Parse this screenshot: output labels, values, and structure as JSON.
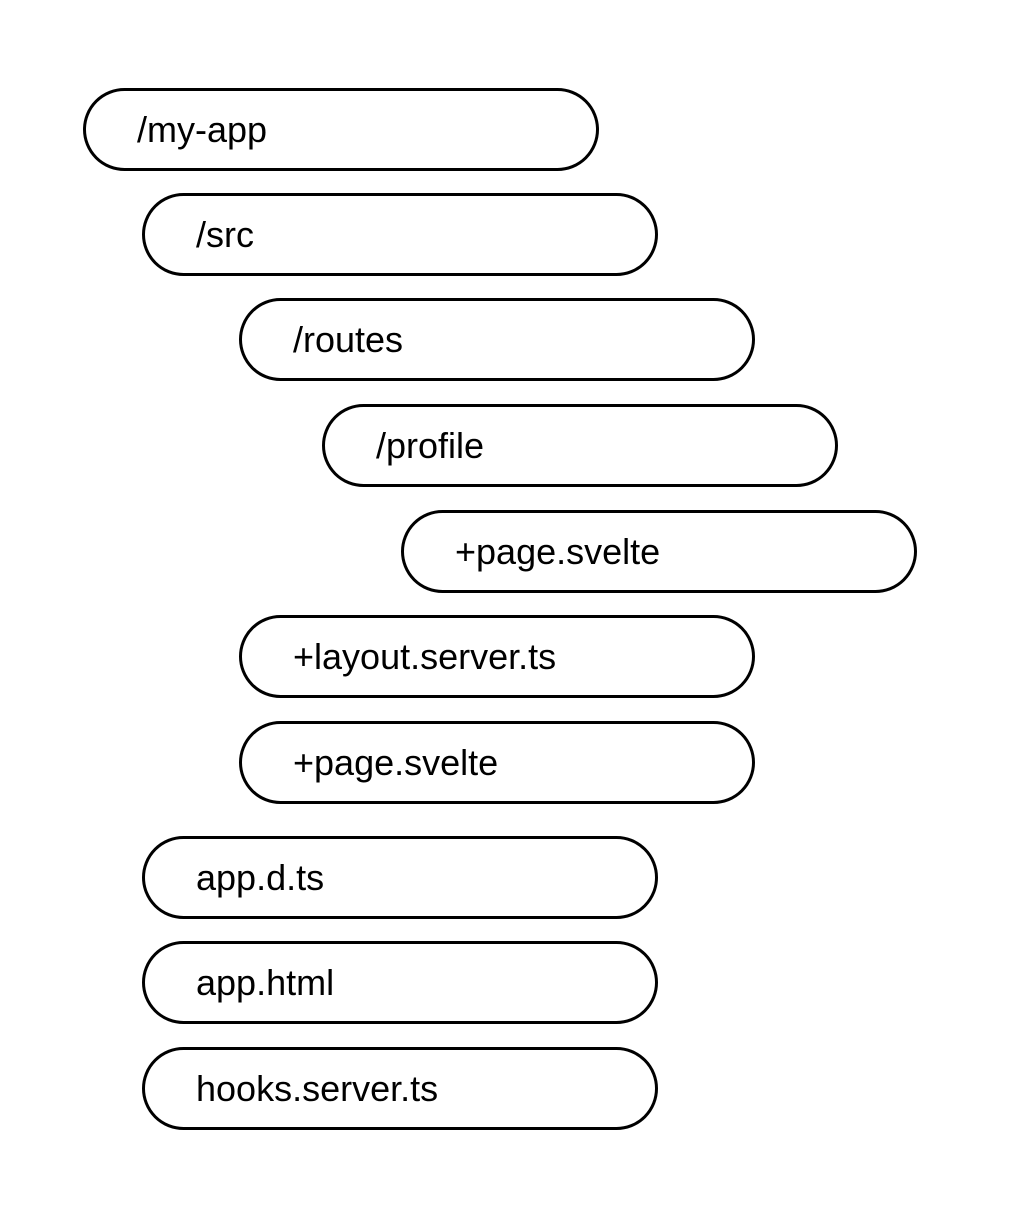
{
  "file_tree": {
    "items": [
      {
        "label": "/my-app",
        "kind": "folder"
      },
      {
        "label": "/src",
        "kind": "folder"
      },
      {
        "label": "/routes",
        "kind": "folder"
      },
      {
        "label": "/profile",
        "kind": "folder"
      },
      {
        "label": "+page.svelte",
        "kind": "file"
      },
      {
        "label": "+layout.server.ts",
        "kind": "file"
      },
      {
        "label": "+page.svelte",
        "kind": "file"
      },
      {
        "label": "app.d.ts",
        "kind": "file"
      },
      {
        "label": "app.html",
        "kind": "file"
      },
      {
        "label": "hooks.server.ts",
        "kind": "file"
      }
    ]
  },
  "colors": {
    "background": "#ffffff",
    "border": "#000000",
    "text": "#000000"
  }
}
